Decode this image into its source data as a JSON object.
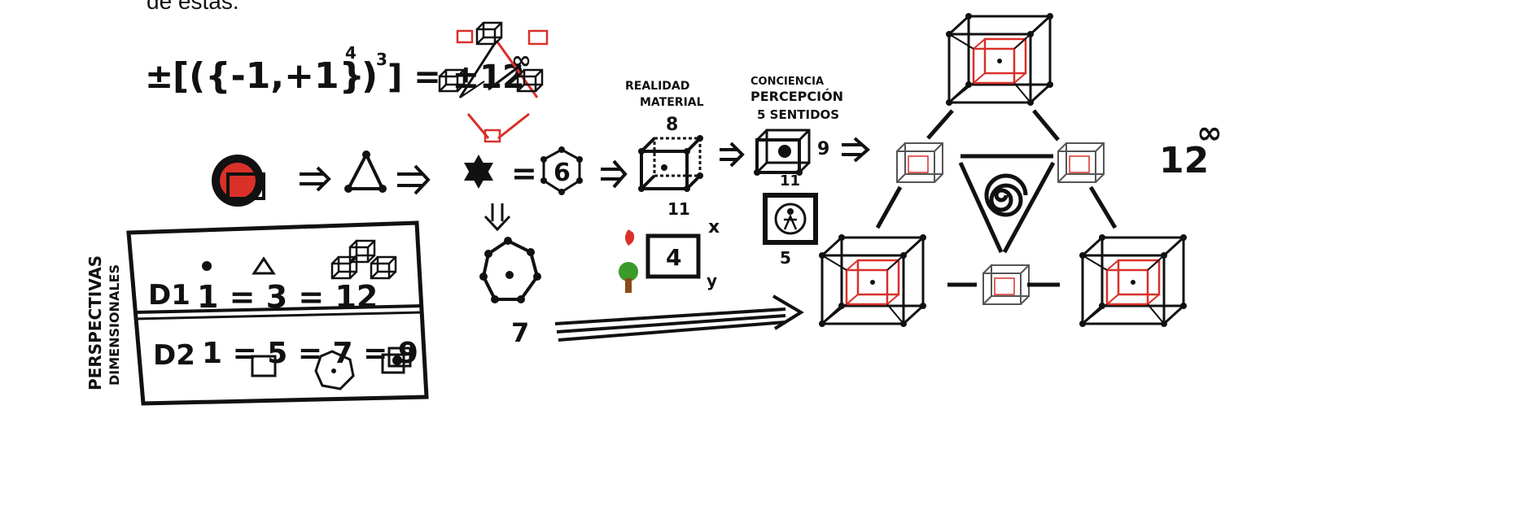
{
  "top_text": "de estas.",
  "formula": {
    "pm": "±",
    "body": "[({-1,+1}",
    "exp4": "4",
    "close": ")",
    "exp3": "3",
    "rest": "] = ±12",
    "inf": "∞"
  },
  "chain": {
    "eq": "=",
    "six": "6",
    "seven": "7",
    "eight": "8",
    "nine": "9",
    "eleven": "11",
    "four": "4",
    "five": "5",
    "x_symbol": "x",
    "y_symbol": "y"
  },
  "labels": {
    "realidad_material_1": "REALIDAD",
    "realidad_material_2": "MATERIAL",
    "conciencia": "CONCIENCIA",
    "percepcion": "PERCEPCIÓN",
    "sentidos": "5 SENTIDOS",
    "twelve_inf_base": "12",
    "twelve_inf_exp": "∞"
  },
  "table": {
    "side_label_1": "PERSPECTIVAS",
    "side_label_2": "DIMENSIONALES",
    "row1": {
      "label": "D1",
      "eq": "1 = 3 = 12"
    },
    "row2": {
      "label": "D2",
      "eq": "1 = 5 = 7 = 9"
    }
  },
  "colors": {
    "ink": "#111111",
    "red": "#d9302a",
    "blue": "#2a62c9",
    "green": "#3a9a2a",
    "brown": "#8a4a1a",
    "yellow": "#e6b800"
  }
}
